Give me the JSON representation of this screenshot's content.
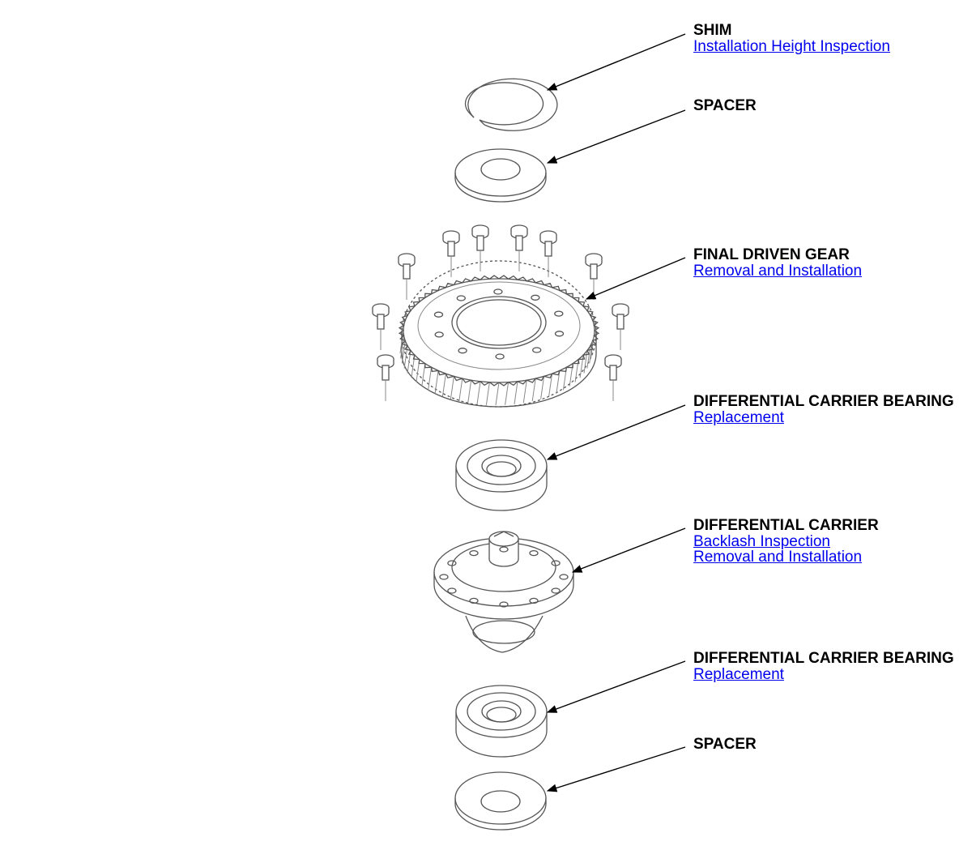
{
  "callouts": [
    {
      "name": "SHIM",
      "links": [
        "Installation Height Inspection"
      ]
    },
    {
      "name": "SPACER",
      "links": []
    },
    {
      "name": "FINAL DRIVEN GEAR",
      "links": [
        "Removal and Installation"
      ]
    },
    {
      "name": "DIFFERENTIAL CARRIER BEARING",
      "links": [
        "Replacement"
      ]
    },
    {
      "name": "DIFFERENTIAL CARRIER",
      "links": [
        "Backlash Inspection",
        "Removal and Installation"
      ]
    },
    {
      "name": "DIFFERENTIAL CARRIER BEARING",
      "links": [
        "Replacement"
      ]
    },
    {
      "name": "SPACER",
      "links": []
    }
  ],
  "colors": {
    "link": "#0000ee",
    "label": "#000000",
    "line_art": "#555555"
  }
}
